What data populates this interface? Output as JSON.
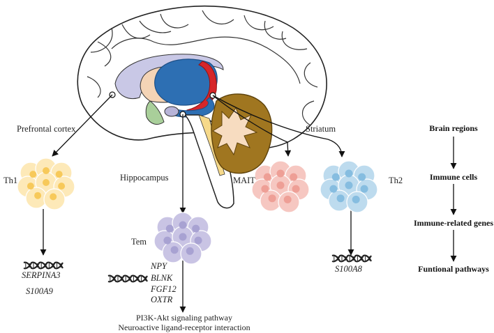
{
  "regions": {
    "prefrontal": "Prefrontal cortex",
    "hippocampus": "Hippocampus",
    "striatum": "Striatum"
  },
  "cells": {
    "th1": "Th1",
    "tem": "Tem",
    "mait": "MAIT",
    "th2": "Th2"
  },
  "genes": {
    "prefrontal": [
      "SERPINA3",
      "S100A9"
    ],
    "hippocampus": [
      "NPY",
      "BLNK",
      "FGF12",
      "OXTR"
    ],
    "striatum": [
      "S100A8"
    ]
  },
  "pathways": [
    "PI3K-Akt signaling pathway",
    "Neuroactive ligand-receptor interaction"
  ],
  "flow": [
    "Brain regions",
    "Immune cells",
    "Immune-related genes",
    "Funtional pathways"
  ],
  "colors": {
    "th1": "#fde9b8",
    "th1_dot": "#f7c95a",
    "tem": "#c9c4e4",
    "tem_dot": "#a8a2d2",
    "mait": "#f6c7c1",
    "mait_dot": "#ee9f96",
    "th2": "#bddbee",
    "th2_dot": "#86bde0"
  }
}
